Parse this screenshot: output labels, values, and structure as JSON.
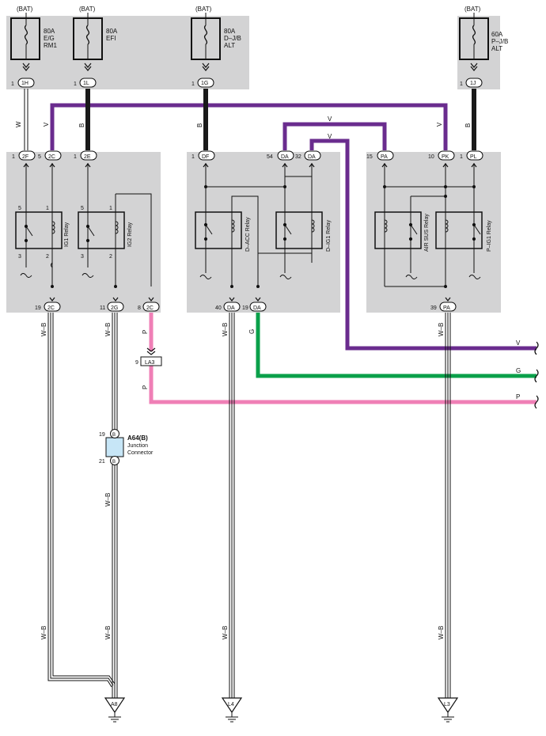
{
  "colors": {
    "panel": "#d3d3d4",
    "violet": "#6a2c8e",
    "black": "#1a1a1a",
    "green": "#0aa04a",
    "pink": "#ef7fb6",
    "connector_fill": "#c7e6f7"
  },
  "fuses": [
    {
      "source": "(BAT)",
      "line1": "80A",
      "line2": "E/G",
      "line3": "RM1",
      "pin": "1",
      "conn": "1H"
    },
    {
      "source": "(BAT)",
      "line1": "80A",
      "line2": "EFI",
      "line3": "",
      "pin": "1",
      "conn": "1L"
    },
    {
      "source": "(BAT)",
      "line1": "80A",
      "line2": "D–J/B",
      "line3": "ALT",
      "pin": "1",
      "conn": "1G"
    },
    {
      "source": "(BAT)",
      "line1": "60A",
      "line2": "P–J/B",
      "line3": "ALT",
      "pin": "1",
      "conn": "1J"
    }
  ],
  "wire_colors": {
    "w": "W",
    "v": "V",
    "b": "B",
    "wb": "W–B",
    "p": "P",
    "g": "G"
  },
  "top_connectors": [
    {
      "pin": "1",
      "conn": "2F"
    },
    {
      "pin": "5",
      "conn": "2C"
    },
    {
      "pin": "1",
      "conn": "2E"
    },
    {
      "pin": "1",
      "conn": "DF"
    },
    {
      "pin": "54",
      "conn": "DA"
    },
    {
      "pin": "32",
      "conn": "DA"
    },
    {
      "pin": "15",
      "conn": "PA"
    },
    {
      "pin": "10",
      "conn": "PK"
    },
    {
      "pin": "1",
      "conn": "PL"
    }
  ],
  "bottom_connectors": [
    {
      "pin": "19",
      "conn": "2C"
    },
    {
      "pin": "11",
      "conn": "2G"
    },
    {
      "pin": "8",
      "conn": "2C"
    },
    {
      "pin": "40",
      "conn": "DA"
    },
    {
      "pin": "19",
      "conn": "DA"
    },
    {
      "pin": "39",
      "conn": "PA"
    }
  ],
  "relays": [
    {
      "name": "IG1 Relay",
      "p1": "5",
      "p2": "1",
      "p3": "3",
      "p4": "2"
    },
    {
      "name": "IG2 Relay",
      "p1": "5",
      "p2": "1",
      "p3": "3",
      "p4": "2"
    },
    {
      "name": "D–ACC Relay"
    },
    {
      "name": "D–IG1 Relay"
    },
    {
      "name": "AIR SUS Relay"
    },
    {
      "name": "P–IG1 Relay"
    }
  ],
  "inline_connector": {
    "pin": "9",
    "conn": "LA3"
  },
  "junction": {
    "id": "A64(B)",
    "line1": "Junction",
    "line2": "Connector",
    "pin_top": "19",
    "pin_bottom": "21",
    "conn": "B"
  },
  "grounds": [
    "A8",
    "L4",
    "L3"
  ]
}
